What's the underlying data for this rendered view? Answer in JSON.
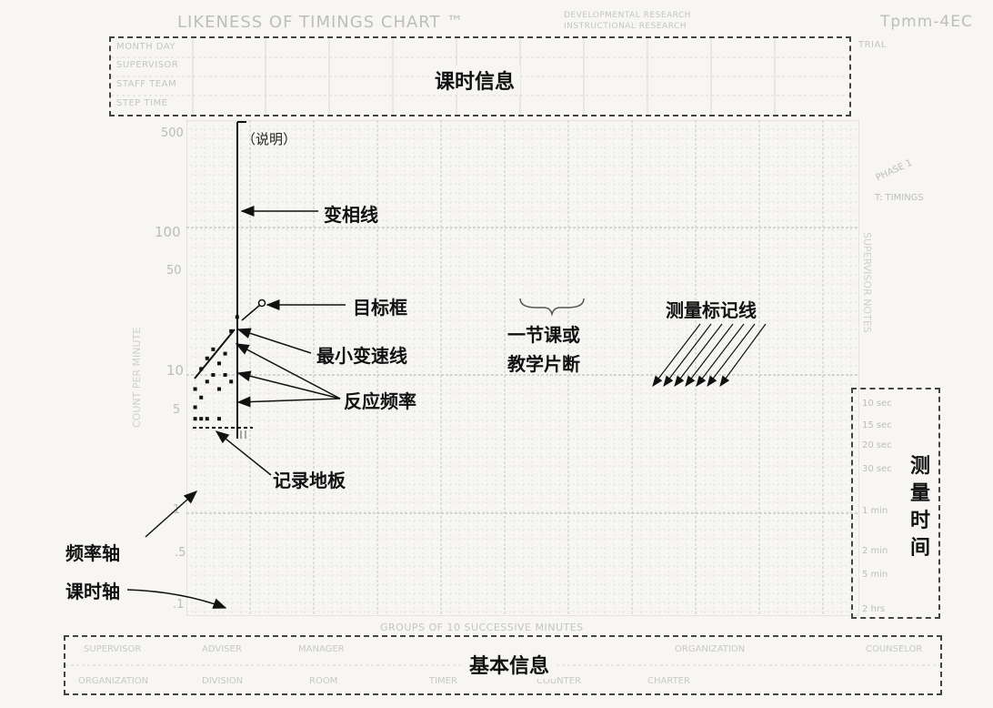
{
  "chart_title": "LIKENESS OF TIMINGS CHART ™",
  "chart_code": "Tpmm-4EC",
  "header_small": [
    "DEVELOPMENTAL RESEARCH",
    "INSTRUCTIONAL RESEARCH"
  ],
  "top_box": {
    "title": "课时信息",
    "rows": [
      "MONTH DAY",
      "SUPERVISOR",
      "STAFF TEAM",
      "STEP TIME"
    ],
    "right_note": "TRIAL"
  },
  "y_axis": {
    "label": "COUNT PER MINUTE",
    "ticks": [
      "500",
      "100",
      "50",
      "10",
      "5",
      "1",
      ".5",
      ".1"
    ]
  },
  "x_axis": {
    "label": "GROUPS OF 10 SUCCESSIVE MINUTES"
  },
  "annotations": {
    "note": "（说明）",
    "phase_line": "变相线",
    "aim_box": "目标框",
    "min_celeration": "最小变速线",
    "response_freq": "反应频率",
    "record_floor": "记录地板",
    "freq_axis": "频率轴",
    "time_axis": "课时轴",
    "session": [
      "一节课或",
      "教学片断"
    ],
    "timing_lines": "测量标记线"
  },
  "right_side": {
    "phase_note": "PHASE 1",
    "legend_note": "T: TIMINGS",
    "vertical_note": "SUPERVISOR NOTES",
    "time_box_title": "测量时间",
    "time_ticks": [
      "10 sec",
      "15 sec",
      "20 sec",
      "30 sec",
      "1 min",
      "2 min",
      "5 min",
      "2 hrs"
    ]
  },
  "bottom_box": {
    "title": "基本信息",
    "row1": [
      "SUPERVISOR",
      "ADVISER",
      "MANAGER",
      "ORGANIZATION",
      "COUNSELOR"
    ],
    "row2": [
      "ORGANIZATION",
      "DIVISION",
      "ROOM",
      "TIMER",
      "COUNTER",
      "CHARTER"
    ]
  },
  "chart_data": {
    "type": "scatter",
    "y_scale": "log",
    "ylim": [
      0.1,
      500
    ],
    "points": [
      {
        "x": 1,
        "y": 8
      },
      {
        "x": 1,
        "y": 6
      },
      {
        "x": 1,
        "y": 5
      },
      {
        "x": 2,
        "y": 11
      },
      {
        "x": 2,
        "y": 7
      },
      {
        "x": 2,
        "y": 5
      },
      {
        "x": 3,
        "y": 13
      },
      {
        "x": 3,
        "y": 9
      },
      {
        "x": 3,
        "y": 5
      },
      {
        "x": 4,
        "y": 15
      },
      {
        "x": 4,
        "y": 10
      },
      {
        "x": 5,
        "y": 12
      },
      {
        "x": 5,
        "y": 8
      },
      {
        "x": 5,
        "y": 5
      },
      {
        "x": 6,
        "y": 14
      },
      {
        "x": 6,
        "y": 10
      },
      {
        "x": 7,
        "y": 20
      },
      {
        "x": 7,
        "y": 9
      },
      {
        "x": 8,
        "y": 25
      }
    ],
    "aim_point": {
      "x": 9,
      "y": 30
    },
    "record_floor": 3
  }
}
